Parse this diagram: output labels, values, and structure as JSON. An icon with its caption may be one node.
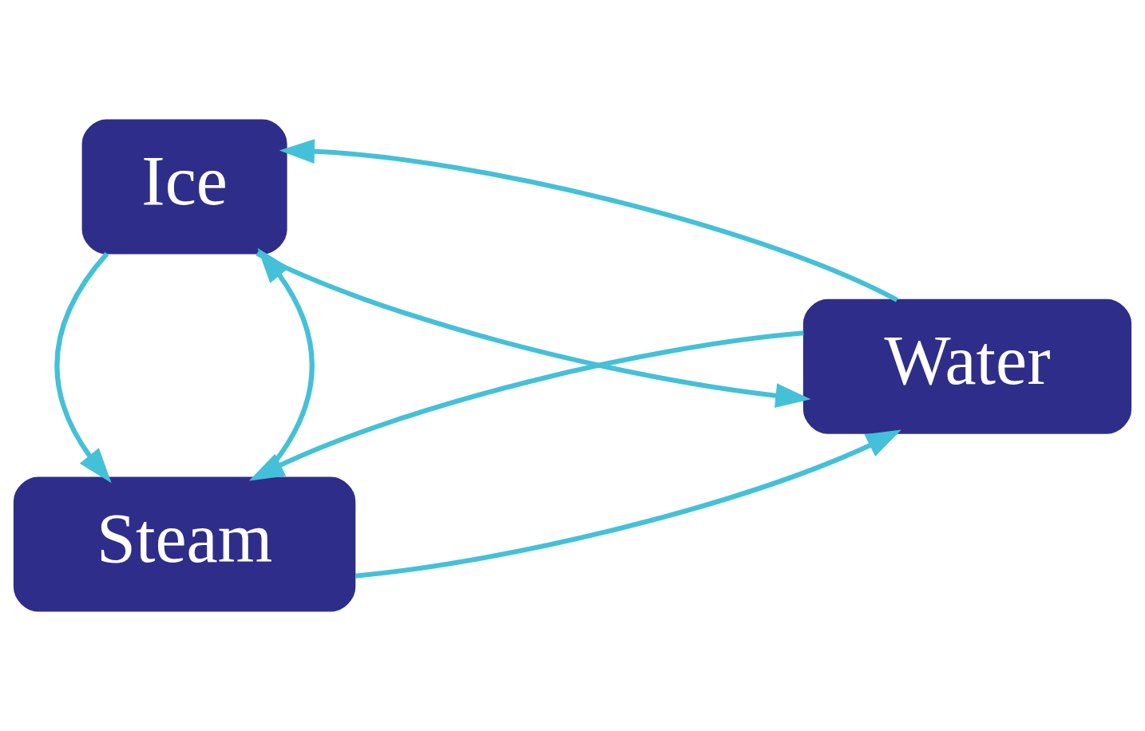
{
  "diagram": {
    "nodes": [
      {
        "text": [
          "Steam"
        ]
      },
      {
        "text": [
          "Water"
        ]
      },
      {
        "text": [
          "Ice"
        ]
      }
    ],
    "edges": [
      {
        "from": 0,
        "to": 1,
        "arrow": "to"
      },
      {
        "from": 1,
        "to": 0,
        "arrow": "to"
      },
      {
        "from": 0,
        "to": 2,
        "arrow": "to"
      },
      {
        "from": 2,
        "to": 0,
        "arrow": "to"
      },
      {
        "from": 2,
        "to": 1,
        "arrow": "to"
      },
      {
        "from": 1,
        "to": 2,
        "arrow": "to"
      }
    ]
  }
}
